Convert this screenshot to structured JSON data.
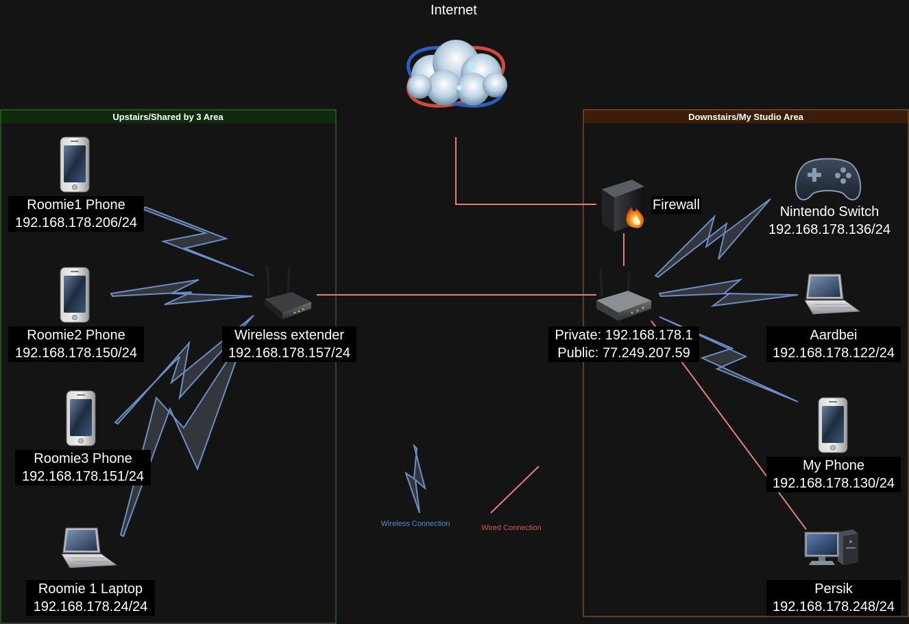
{
  "internet": {
    "label": "Internet"
  },
  "zones": {
    "upstairs": {
      "title": "Upstairs/Shared by 3 Area",
      "border_color": "#3f7a33",
      "header_color": "#0f2a0c"
    },
    "downstairs": {
      "title": "Downstairs/My Studio Area",
      "border_color": "#a0673a",
      "header_color": "#3a1c08"
    }
  },
  "devices": {
    "roomie1_phone": {
      "name": "Roomie1 Phone",
      "ip": "192.168.178.206/24",
      "icon": "smartphone-icon"
    },
    "roomie2_phone": {
      "name": "Roomie2 Phone",
      "ip": "192.168.178.150/24",
      "icon": "smartphone-icon"
    },
    "roomie3_phone": {
      "name": "Roomie3 Phone",
      "ip": "192.168.178.151/24",
      "icon": "smartphone-icon"
    },
    "roomie1_laptop": {
      "name": "Roomie 1 Laptop",
      "ip": "192.168.178.24/24",
      "icon": "laptop-icon"
    },
    "wireless_extender": {
      "name": "Wireless extender",
      "ip": "192.168.178.157/24",
      "icon": "router-icon"
    },
    "main_router": {
      "name": "Private: 192.168.178.1",
      "ip": "Public: 77.249.207.59",
      "icon": "router-icon"
    },
    "firewall": {
      "name": "Firewall",
      "icon": "firewall-icon"
    },
    "nintendo_switch": {
      "name": "Nintendo Switch",
      "ip": "192.168.178.136/24",
      "icon": "gamepad-icon"
    },
    "aardbei": {
      "name": "Aardbei",
      "ip": "192.168.178.122/24",
      "icon": "laptop-icon"
    },
    "my_phone": {
      "name": "My Phone",
      "ip": "192.168.178.130/24",
      "icon": "smartphone-icon"
    },
    "persik": {
      "name": "Persik",
      "ip": "192.168.178.248/24",
      "icon": "desktop-computer-icon"
    }
  },
  "legend": {
    "wireless": {
      "label": "Wireless Connection",
      "color": "#4a8fd4"
    },
    "wired": {
      "label": "Wired Connection",
      "color": "#e05555"
    }
  },
  "colors": {
    "wired_line": "#e8807a",
    "wireless_bolt_stroke": "#6c8ec8",
    "wireless_bolt_fill": "#33363b"
  }
}
